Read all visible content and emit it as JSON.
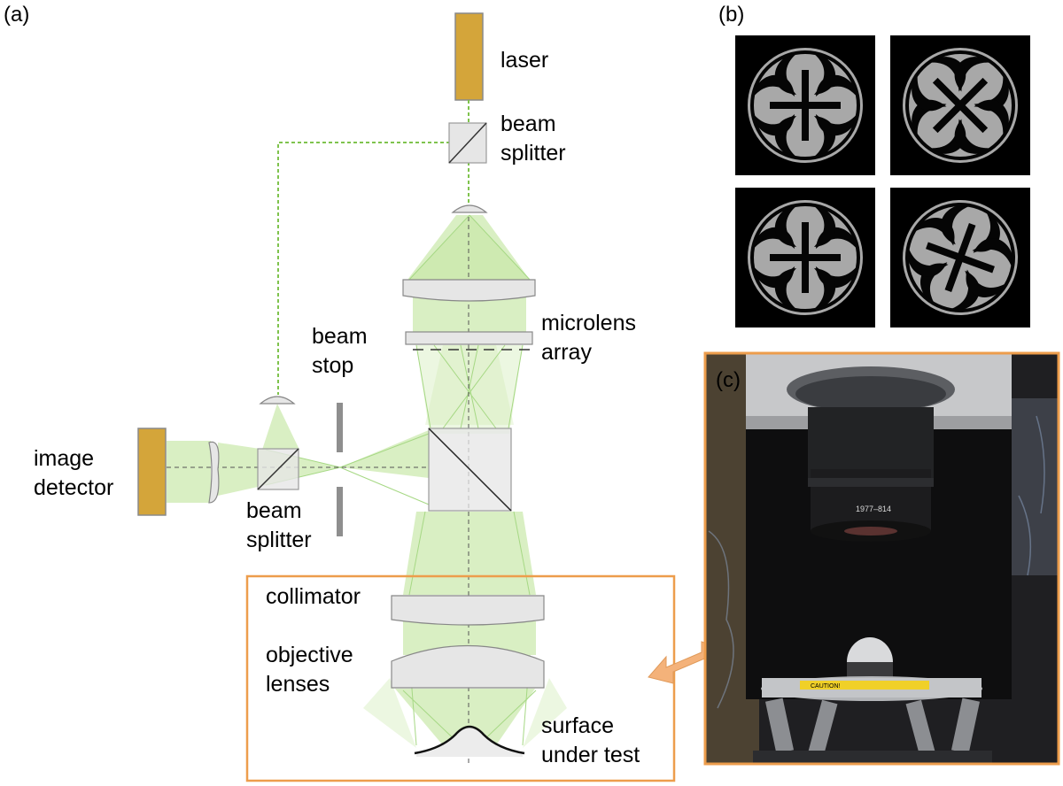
{
  "panels": {
    "a": "(a)",
    "b": "(b)",
    "c": "(c)"
  },
  "labels": {
    "laser": "laser",
    "top_splitter_1": "beam",
    "top_splitter_2": "splitter",
    "microlens_1": "microlens",
    "microlens_2": "array",
    "beam_stop_1": "beam",
    "beam_stop_2": "stop",
    "detector_1": "image",
    "detector_2": "detector",
    "bottom_splitter_1": "beam",
    "bottom_splitter_2": "splitter",
    "collimator": "collimator",
    "objective_1": "objective",
    "objective_2": "lenses",
    "surface_1": "surface",
    "surface_2": "under test"
  },
  "photo_text": {
    "lens_engraving": "1977–814",
    "caution_label": "CAUTION!"
  },
  "colors": {
    "laser_gold": "#d4a53a",
    "beam_green": "#7fc34d",
    "beam_fill": "#c9e8a9",
    "optic_gray": "#e6e6e6",
    "highlight_orange": "#ed9d4c",
    "arrow_orange": "#f4b27a"
  },
  "icons": {
    "double_arrow": "double-arrow-icon"
  }
}
